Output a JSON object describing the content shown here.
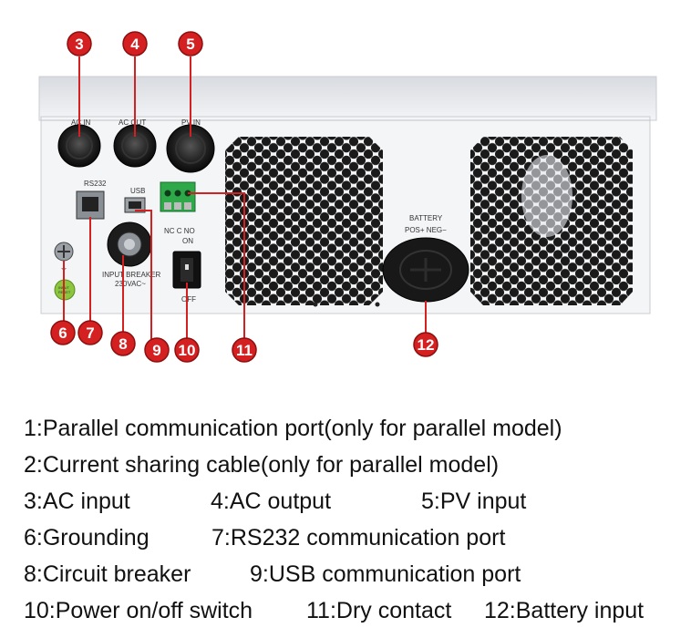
{
  "colors": {
    "marker": "#d42020",
    "chassis": "#e9ebee",
    "panel": "#f4f5f7",
    "grille": "#1a1a1a",
    "terminal_green": "#2fa84a"
  },
  "panel_labels": {
    "ac_in": "AC IN",
    "ac_out": "AC OUT",
    "pv_in": "PV IN",
    "rs232": "RS232",
    "usb": "USB",
    "dry_contact": "NC C NO",
    "switch_on": "ON",
    "switch_off": "OFF",
    "breaker_line1": "INPUT BREAKER",
    "breaker_line2": "230VAC~",
    "battery": "BATTERY",
    "battery_poles": "POS+   NEG−",
    "sticker_line1": "INPUT",
    "sticker_line2": "RESET"
  },
  "markers": [
    "3",
    "4",
    "5",
    "6",
    "7",
    "8",
    "9",
    "10",
    "11",
    "12"
  ],
  "legend": [
    [
      "1:Parallel communication port(only for parallel model)"
    ],
    [
      "2:Current sharing cable(only for parallel model)"
    ],
    [
      "3:AC input",
      "4:AC output",
      "5:PV input"
    ],
    [
      "6:Grounding",
      "7:RS232 communication port"
    ],
    [
      "8:Circuit breaker",
      "9:USB communication port"
    ],
    [
      "10:Power on/off switch",
      "11:Dry contact",
      "12:Battery input"
    ]
  ]
}
